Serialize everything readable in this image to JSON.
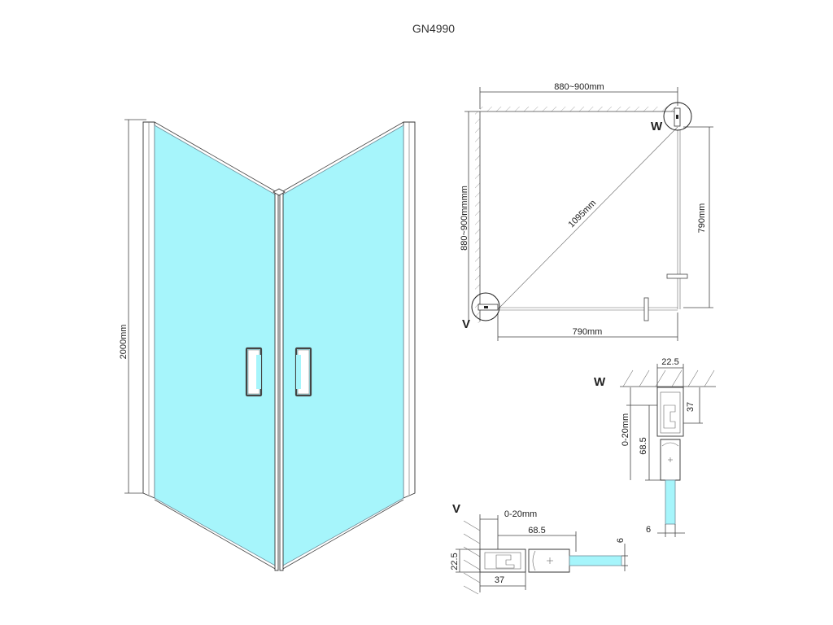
{
  "title": "GN4990",
  "front_view": {
    "height_label": "2000mm"
  },
  "plan_view": {
    "width_label": "880~900mm",
    "depth_label": "880~900mmmm",
    "diagonal_label": "1095mm",
    "door_right_label": "790mm",
    "door_bottom_label": "790mm",
    "detail_w_label": "W",
    "detail_v_label": "V"
  },
  "detail_w": {
    "label": "W",
    "top_width": "22.5",
    "right_depth": "37",
    "range": "0-20mm",
    "profile_length": "68.5",
    "glass_thickness": "6"
  },
  "detail_v": {
    "label": "V",
    "range": "0-20mm",
    "profile_length": "68.5",
    "glass_thickness": "6",
    "left_height": "22.5",
    "bottom_depth": "37"
  }
}
